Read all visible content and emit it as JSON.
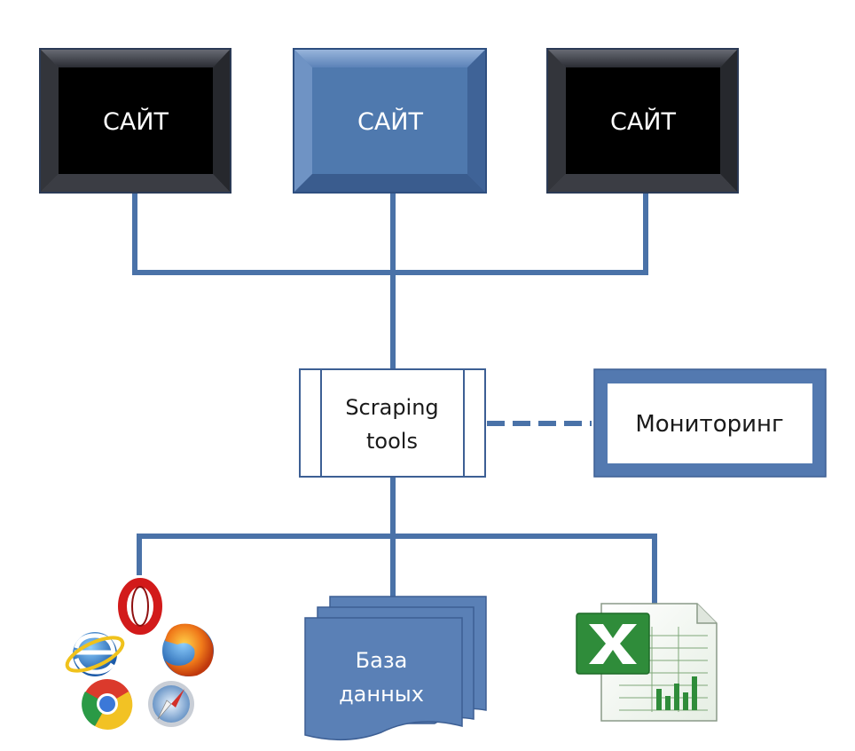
{
  "sites": [
    {
      "label": "САЙТ",
      "style": "dark"
    },
    {
      "label": "САЙТ",
      "style": "blue"
    },
    {
      "label": "САЙТ",
      "style": "dark"
    }
  ],
  "scraper": {
    "line1": "Scraping",
    "line2": "tools"
  },
  "monitoring": {
    "label": "Мониторинг"
  },
  "database": {
    "line1": "База",
    "line2": "данных"
  },
  "outputs": {
    "browsers": [
      "opera-icon",
      "internet-explorer-icon",
      "firefox-icon",
      "chrome-icon",
      "safari-icon"
    ],
    "spreadsheet": "excel-icon"
  },
  "colors": {
    "connector": "#4a72a8",
    "dark_box": "#000000",
    "blue_box": "#4f79ae",
    "outline": "#3d5f94",
    "monitoring_border": "#5379b0",
    "excel_green": "#2f8c3a"
  }
}
